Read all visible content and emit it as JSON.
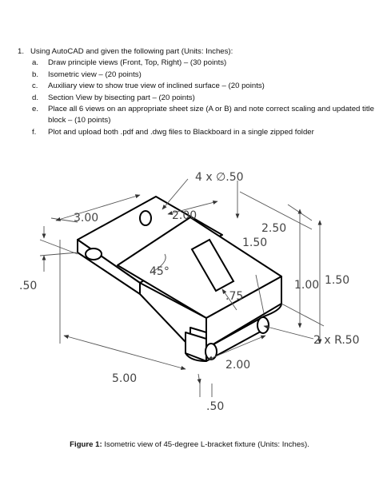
{
  "instructions": {
    "intro_number": "1.",
    "intro_text": "Using AutoCAD and given the following part (Units: Inches):",
    "items": [
      {
        "mark": "a.",
        "text": "Draw principle views (Front, Top, Right) – (30 points)"
      },
      {
        "mark": "b.",
        "text": "Isometric view – (20 points)"
      },
      {
        "mark": "c.",
        "text": "Auxiliary view to show true view of inclined surface – (20 points)"
      },
      {
        "mark": "d.",
        "text": "Section View by bisecting part – (20 points)"
      },
      {
        "mark": "e.",
        "text": "Place all 6 views on an appropriate sheet size (A or B) and note correct scaling and updated title",
        "continuation": "block – (10 points)"
      },
      {
        "mark": "f.",
        "text": "Plot and upload both .pdf and .dwg files to Blackboard in a single zipped folder"
      }
    ]
  },
  "drawing": {
    "dimensions": {
      "hole_callout": "4 x ∅.50",
      "width_top": "3.00",
      "slot_width": "2.00",
      "depth": "2.50",
      "slot_offset": "1.50",
      "angle": "45°",
      "base_thickness": ".50",
      "slot_height": ".75",
      "height_small": "1.00",
      "height_total": "1.50",
      "radius": "2 x R.50",
      "front_width": "2.00",
      "length": "5.00",
      "thickness_bottom": ".50"
    }
  },
  "caption": {
    "label": "Figure 1:",
    "text": " Isometric view of 45-degree L-bracket fixture (Units: Inches)."
  }
}
